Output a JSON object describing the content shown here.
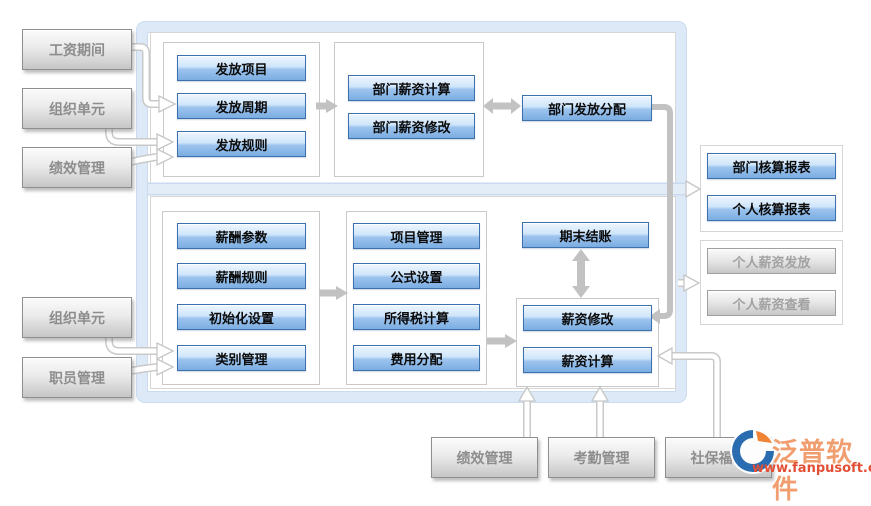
{
  "left_inputs": [
    "工资期间",
    "组织单元",
    "绩效管理",
    "组织单元",
    "职员管理"
  ],
  "top_panel": {
    "setup_buttons": [
      "发放项目",
      "发放周期",
      "发放规则"
    ],
    "dept_buttons": [
      "部门薪资计算",
      "部门薪资修改"
    ],
    "dispatch_button": "部门发放分配"
  },
  "bottom_panel": {
    "param_buttons": [
      "薪酬参数",
      "薪酬规则",
      "初始化设置",
      "类别管理"
    ],
    "config_buttons": [
      "项目管理",
      "公式设置",
      "所得税计算",
      "费用分配"
    ],
    "closing_button": "期末结账",
    "salary_buttons": [
      "薪资修改",
      "薪资计算"
    ]
  },
  "right_outputs": {
    "report_buttons": [
      "部门核算报表",
      "个人核算报表"
    ],
    "personal_buttons": [
      "个人薪资发放",
      "个人薪资查看"
    ]
  },
  "bottom_inputs": [
    "绩效管理",
    "考勤管理",
    "社保福利"
  ],
  "logo": {
    "brand": "泛普软件",
    "website": "www.fanpusoft.com"
  },
  "colors": {
    "frame_blue": "#dde9f7",
    "button_border_blue": "#3c71ad",
    "connector_gray": "#c2c2c2",
    "brand_orange": "#f09e6f",
    "brand_red": "#e34f35"
  }
}
